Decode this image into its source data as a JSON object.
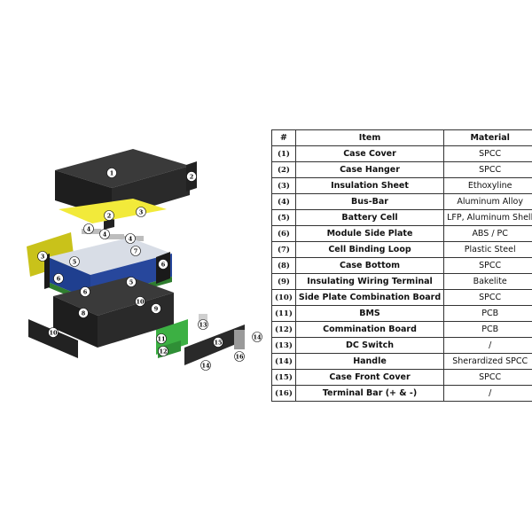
{
  "table": {
    "headers": [
      "#",
      "Item",
      "Material"
    ],
    "rows": [
      {
        "num": "(1)",
        "item": "Case Cover",
        "material": "SPCC"
      },
      {
        "num": "(2)",
        "item": "Case Hanger",
        "material": "SPCC"
      },
      {
        "num": "(3)",
        "item": "Insulation Sheet",
        "material": "Ethoxyline"
      },
      {
        "num": "(4)",
        "item": "Bus-Bar",
        "material": "Aluminum Alloy"
      },
      {
        "num": "(5)",
        "item": "Battery Cell",
        "material": "LFP, Aluminum Shell"
      },
      {
        "num": "(6)",
        "item": "Module Side Plate",
        "material": "ABS / PC"
      },
      {
        "num": "(7)",
        "item": "Cell Binding Loop",
        "material": "Plastic Steel"
      },
      {
        "num": "(8)",
        "item": "Case Bottom",
        "material": "SPCC"
      },
      {
        "num": "(9)",
        "item": "Insulating Wiring Terminal",
        "material": "Bakelite"
      },
      {
        "num": "(10)",
        "item": "Side Plate Combination Board",
        "material": "SPCC"
      },
      {
        "num": "(11)",
        "item": "BMS",
        "material": "PCB"
      },
      {
        "num": "(12)",
        "item": "Commination Board",
        "material": "PCB"
      },
      {
        "num": "(13)",
        "item": "DC Switch",
        "material": "/"
      },
      {
        "num": "(14)",
        "item": "Handle",
        "material": "Sherardized SPCC"
      },
      {
        "num": "(15)",
        "item": "Case Front Cover",
        "material": "SPCC"
      },
      {
        "num": "(16)",
        "item": "Terminal Bar (+ & -)",
        "material": "/"
      }
    ]
  },
  "diagram": {
    "callouts": [
      "1",
      "2",
      "2",
      "3",
      "3",
      "4",
      "4",
      "4",
      "5",
      "5",
      "6",
      "6",
      "6",
      "7",
      "8",
      "9",
      "10",
      "10",
      "11",
      "12",
      "13",
      "14",
      "14",
      "15",
      "16"
    ],
    "colors": {
      "steel": "#2b2b2b",
      "steel_dark": "#1a1a1a",
      "insulation": "#f2ea3a",
      "insulation_dark": "#c9c21a",
      "cell_blue": "#1f3f8f",
      "cell_top": "#d8dde6",
      "module_green": "#2f7d2f",
      "pcb_green": "#3cb043",
      "callout_fill": "#ffffff"
    }
  }
}
